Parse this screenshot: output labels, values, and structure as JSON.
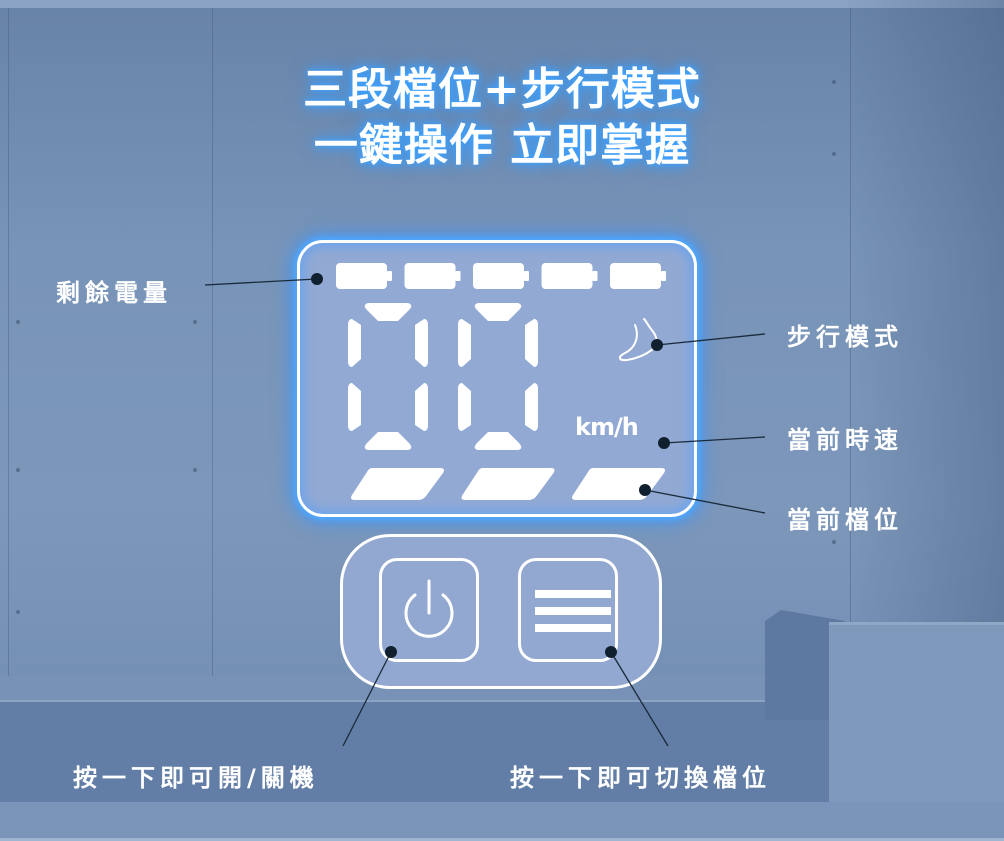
{
  "headline": {
    "line1": "三段檔位+步行模式",
    "line2": "一鍵操作  立即掌握"
  },
  "display": {
    "battery_segments_lit": 5,
    "battery_segments_total": 5,
    "speed_digits": [
      "0",
      "0"
    ],
    "speed_unit": "km/h",
    "gear_segments_lit": 3,
    "gear_segments_total": 3,
    "walk_mode_icon": "foot-icon"
  },
  "controls": {
    "power_button_icon": "power-icon",
    "gear_button_icon": "menu-icon"
  },
  "callouts": {
    "battery": "剩餘電量",
    "walk_mode": "步行模式",
    "current_speed": "當前時速",
    "current_gear": "當前檔位",
    "power": "按一下即可開/關機",
    "switch_gear": "按一下即可切換檔位"
  },
  "colors": {
    "glow": "#3a9cff",
    "lcd_bg": "#92a9d4",
    "segment": "#ffffff",
    "leader_dot": "#10202e",
    "scene": "#7590b4"
  }
}
